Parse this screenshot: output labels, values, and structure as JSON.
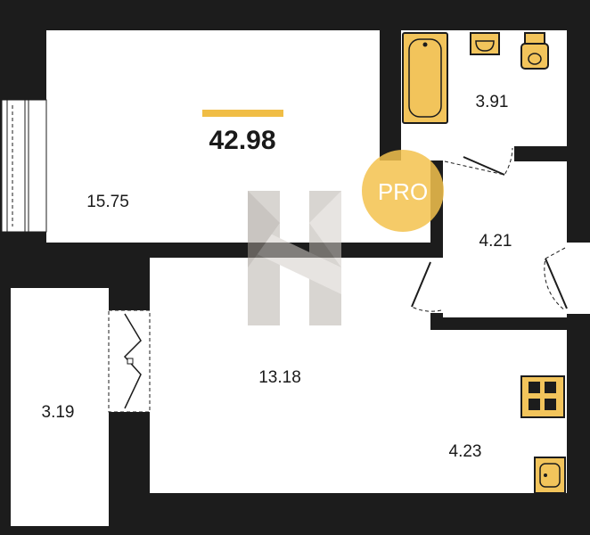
{
  "plan": {
    "total_area": "42.98",
    "rooms": [
      {
        "id": "living-room",
        "area": "15.75"
      },
      {
        "id": "bathroom",
        "area": "3.91"
      },
      {
        "id": "hallway",
        "area": "4.21"
      },
      {
        "id": "bedroom",
        "area": "13.18"
      },
      {
        "id": "kitchen",
        "area": "4.23"
      },
      {
        "id": "balcony",
        "area": "3.19"
      }
    ],
    "badge": "PRO"
  },
  "colors": {
    "wall": "#1c1c1c",
    "fixture": "#f2c45b",
    "accent_bar": "#f0bd45",
    "badge": "#f3c24e",
    "watermark": "#b9b3ad"
  },
  "icons": [
    "bathtub-icon",
    "sink-icon",
    "toilet-icon",
    "stove-icon",
    "kitchen-sink-icon"
  ]
}
